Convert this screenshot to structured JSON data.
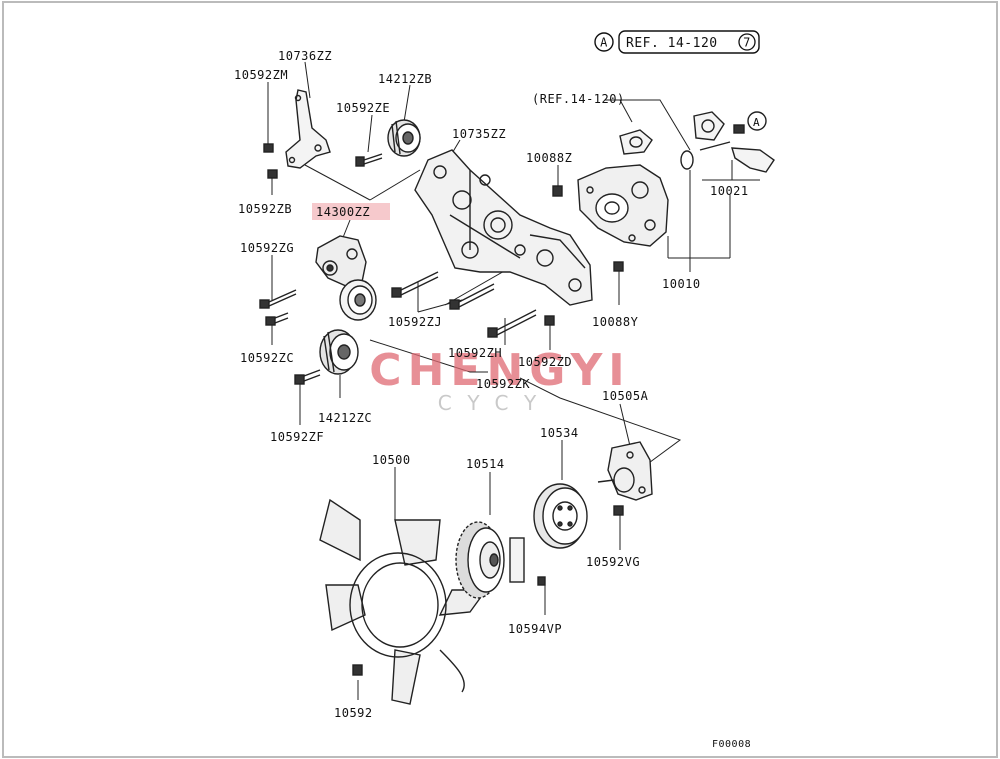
{
  "frame": {
    "border_color": "#bbbbbb"
  },
  "header": {
    "marker": "A",
    "ref": "REF. 14-120",
    "ref_num": "7"
  },
  "labels": {
    "p10736ZZ": "10736ZZ",
    "p10592ZM": "10592ZM",
    "p14212ZB": "14212ZB",
    "p10592ZE": "10592ZE",
    "p10735ZZ": "10735ZZ",
    "ref_inner": "(REF.14-120)",
    "p10088Z": "10088Z",
    "p10592ZB": "10592ZB",
    "p14300ZZ": "14300ZZ",
    "p10021": "10021",
    "p10592ZG": "10592ZG",
    "p10010": "10010",
    "p10592ZJ": "10592ZJ",
    "p10088Y": "10088Y",
    "p10592ZC": "10592ZC",
    "p10592ZH": "10592ZH",
    "p10592ZD": "10592ZD",
    "p10592ZK": "10592ZK",
    "p10505A": "10505A",
    "p14212ZC": "14212ZC",
    "p10592ZF": "10592ZF",
    "p10534": "10534",
    "p10500": "10500",
    "p10514": "10514",
    "p10592VG": "10592VG",
    "p10594VP": "10594VP",
    "p10592": "10592",
    "code": "F00008",
    "marker_a": "A"
  },
  "highlight_color": "#f6c9cc",
  "watermark": {
    "main": "CHENGYI",
    "sub": "CYCY",
    "main_color": "#e06a74",
    "sub_color": "#b8b8b8"
  }
}
